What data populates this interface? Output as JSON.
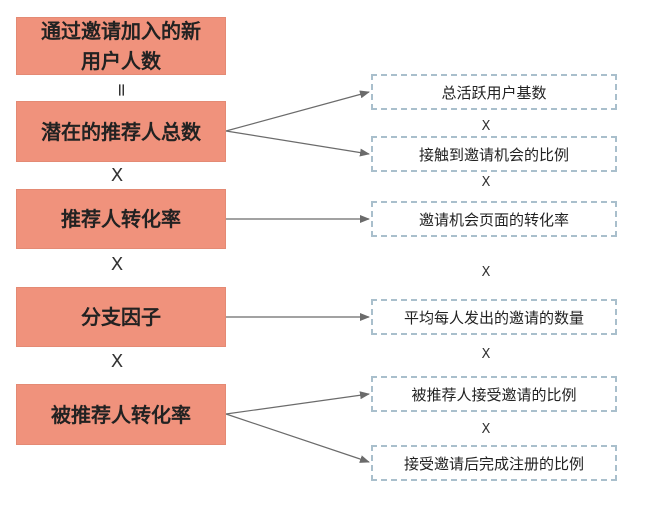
{
  "left_boxes": [
    "通过邀请加入的新用户人数",
    "潜在的推荐人总数",
    "推荐人转化率",
    "分支因子",
    "被推荐人转化率"
  ],
  "right_boxes": [
    "总活跃用户基数",
    "接触到邀请机会的比例",
    "邀请机会页面的转化率",
    "平均每人发出的邀请的数量",
    "被推荐人接受邀请的比例",
    "接受邀请后完成注册的比例"
  ],
  "operators": {
    "equals": "=",
    "multiply": "X"
  },
  "colors": {
    "left_fill": "#f0927c",
    "right_border": "#a9bfcc",
    "arrow": "#6b6b6b"
  }
}
